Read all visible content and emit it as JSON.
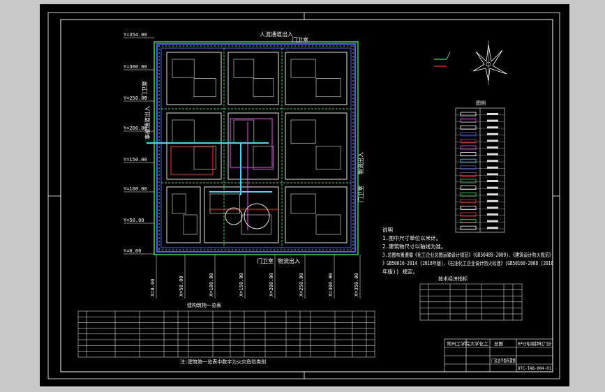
{
  "drawing": {
    "y_marks": [
      "Y=354.00",
      "Y=300.00",
      "Y=250.00",
      "Y=200.00",
      "Y=150.00",
      "Y=100.00",
      "Y=50.00",
      "Y=0.00"
    ],
    "x_marks": [
      "X=0.00",
      "X=50.00",
      "X=100.00",
      "X=150.00",
      "X=200.00",
      "X=250.00",
      "X=300.00",
      "X=350.00"
    ],
    "gate_labels": {
      "top": "人流通道出入",
      "top_gate": "门卫室",
      "left": "门卫室",
      "left_entry": "事故通道出入",
      "right": "物流出入",
      "right_gate": "门卫室",
      "bottom_gate": "门卫室",
      "bottom": "物流出入"
    },
    "notes": {
      "title": "说明",
      "lines": [
        "1.图中尺寸单位以米计。",
        "2.建筑物尺寸以轴线为准。",
        "3.总图布置遵循《化工企业总图运输设计规范》(GB50489-2009)、《建筑设计防火规范》",
        "》GB50016-2014 (2018年版)、《石油化工企业设计防火标准》(GB50160-2008 (2018",
        "年版)) 规定。"
      ]
    },
    "legend_title": "图例",
    "tech_table_title": "技术经济指标",
    "building_table_title": "建构筑物一览表",
    "building_table_footer": "注:建筑物一览表中数字为火灾危险类别",
    "title_block": {
      "school": "常州工学院大学化工",
      "drawing_name": "厂区总平面布置图",
      "project": "年产3万吨对硝基甲苯工厂设计",
      "drawing_no": "DTC-TAB-004-01",
      "sheet": "总图"
    }
  },
  "colors": {
    "background": "#000000",
    "frame": "#ffffff",
    "road_edge": "#4b5cff",
    "road_green": "#2fe04f",
    "block_outline": "#e8e8e8",
    "accent_red": "#ff3030",
    "accent_cyan": "#3fd9ff",
    "accent_magenta": "#ff46ff"
  }
}
